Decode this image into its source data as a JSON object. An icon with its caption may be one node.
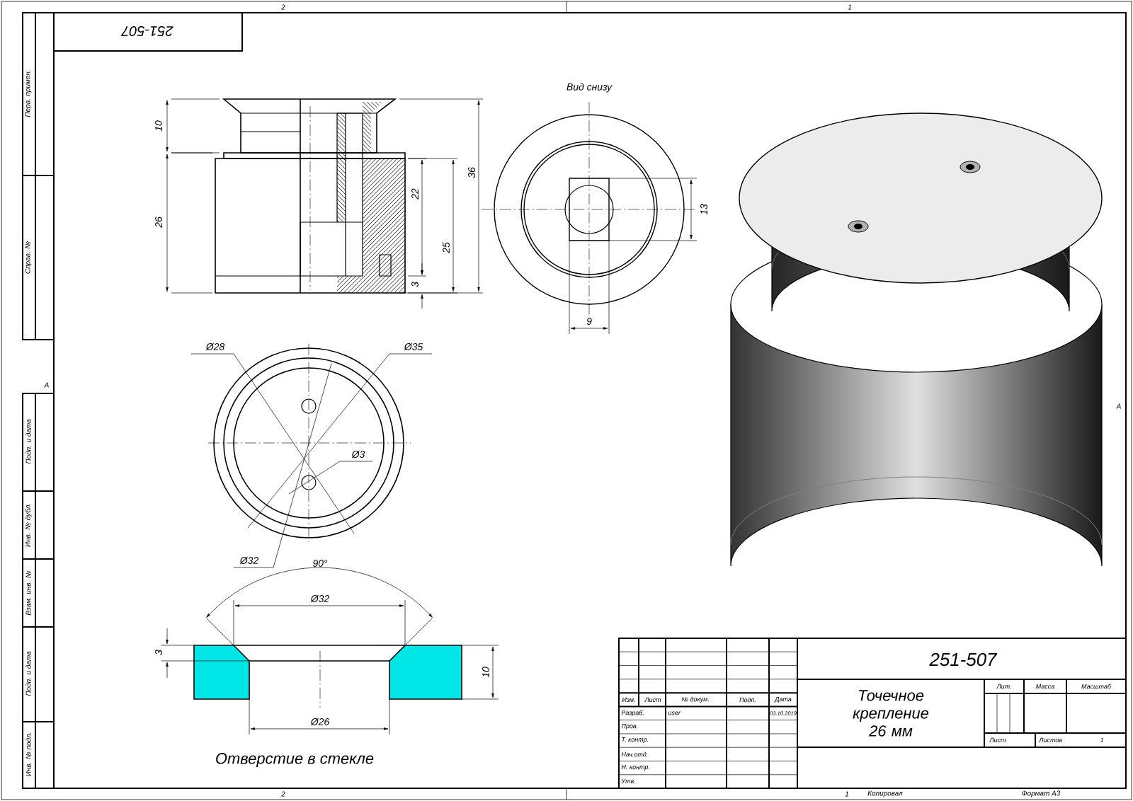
{
  "diagram": {
    "labels": [
      "2",
      "1",
      "251-507",
      "Перв. примен.",
      "Справ. №",
      "Вид снизу",
      "10",
      "26",
      "22",
      "25",
      "36",
      "3",
      "13",
      "9",
      "A",
      "A",
      "Ø28",
      "Ø35",
      "Ø3",
      "Ø32",
      "90°",
      "Ø32",
      "3",
      "10",
      "Ø26",
      "Отверстие в стекле",
      "Подп. и дата",
      "Инв. № дубл.",
      "Взам. инв. №",
      "Подп. и дата",
      "Инв. № подл.",
      "251-507",
      "Изм.",
      "Лист",
      "№ докум.",
      "Подп.",
      "Дата",
      "Разраб.",
      "user",
      "03.10.2019",
      "Пров.",
      "Т. контр.",
      "Нач.отд.",
      "Н. контр.",
      "Утв.",
      "Точечное крепление 26 мм",
      "Лит.",
      "Масса",
      "Масштаб",
      "Лист",
      "Листов",
      "1",
      "2",
      "1",
      "Копировал",
      "Формат A3"
    ]
  }
}
